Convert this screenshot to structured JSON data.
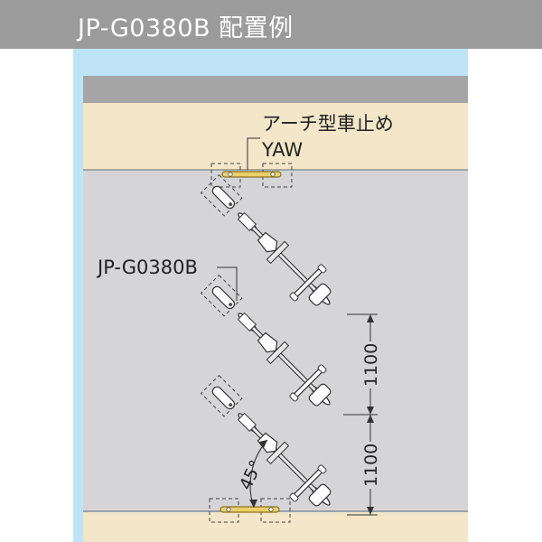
{
  "header": {
    "title": "JP-G0380B 配置例"
  },
  "labels": {
    "arch_name": "アーチ型車止め",
    "arch_model": "YAW",
    "stand_model": "JP-G0380B",
    "angle": "45°",
    "dim_upper": "1100",
    "dim_lower": "1100"
  },
  "colors": {
    "header_bg": "#9b9b9b",
    "frame_bg": "#bfe4f5",
    "road": "#d5d5d7",
    "sidewalk": "#f4e6c8",
    "curb": "#a5a5a5",
    "arch_bar": "#ead06a"
  },
  "icons": [
    "bicycle-icon",
    "bike-stand-icon",
    "arch-bollard-icon",
    "dimension-arrow-icon"
  ]
}
